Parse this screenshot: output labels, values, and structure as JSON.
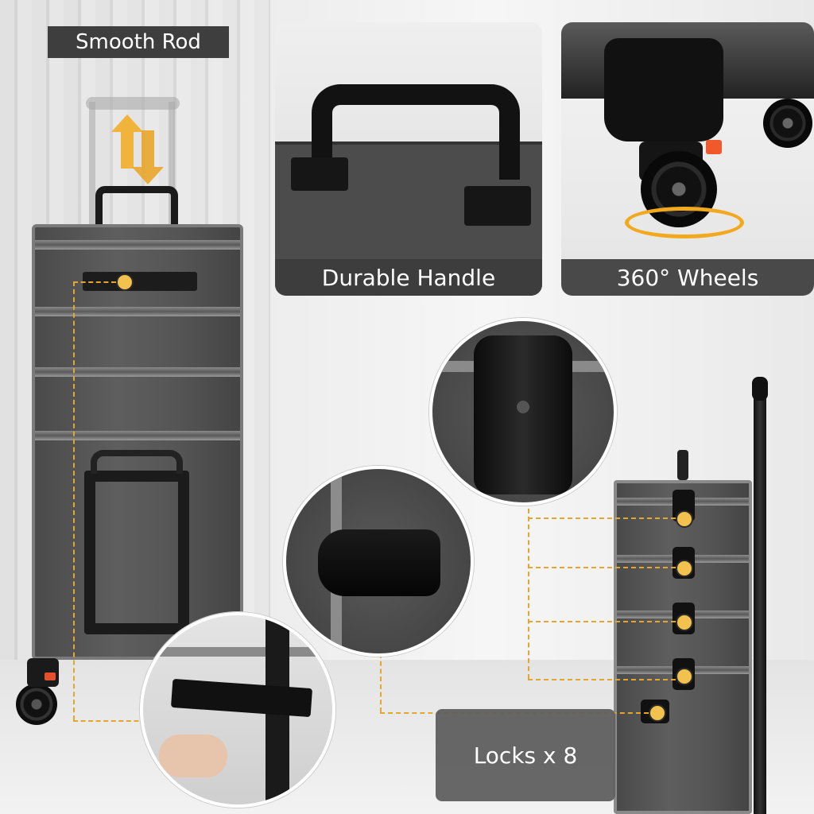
{
  "labels": {
    "smooth_rod": "Smooth Rod",
    "durable_handle": "Durable Handle",
    "wheels": "360° Wheels",
    "locks": "Locks x 8"
  },
  "colors": {
    "accent": "#f2c14e",
    "dash": "#e3a72f",
    "label_bg": "#3e3e3e",
    "case": "#555555"
  },
  "icons": {
    "arrows": "up-down-arrow-icon"
  }
}
